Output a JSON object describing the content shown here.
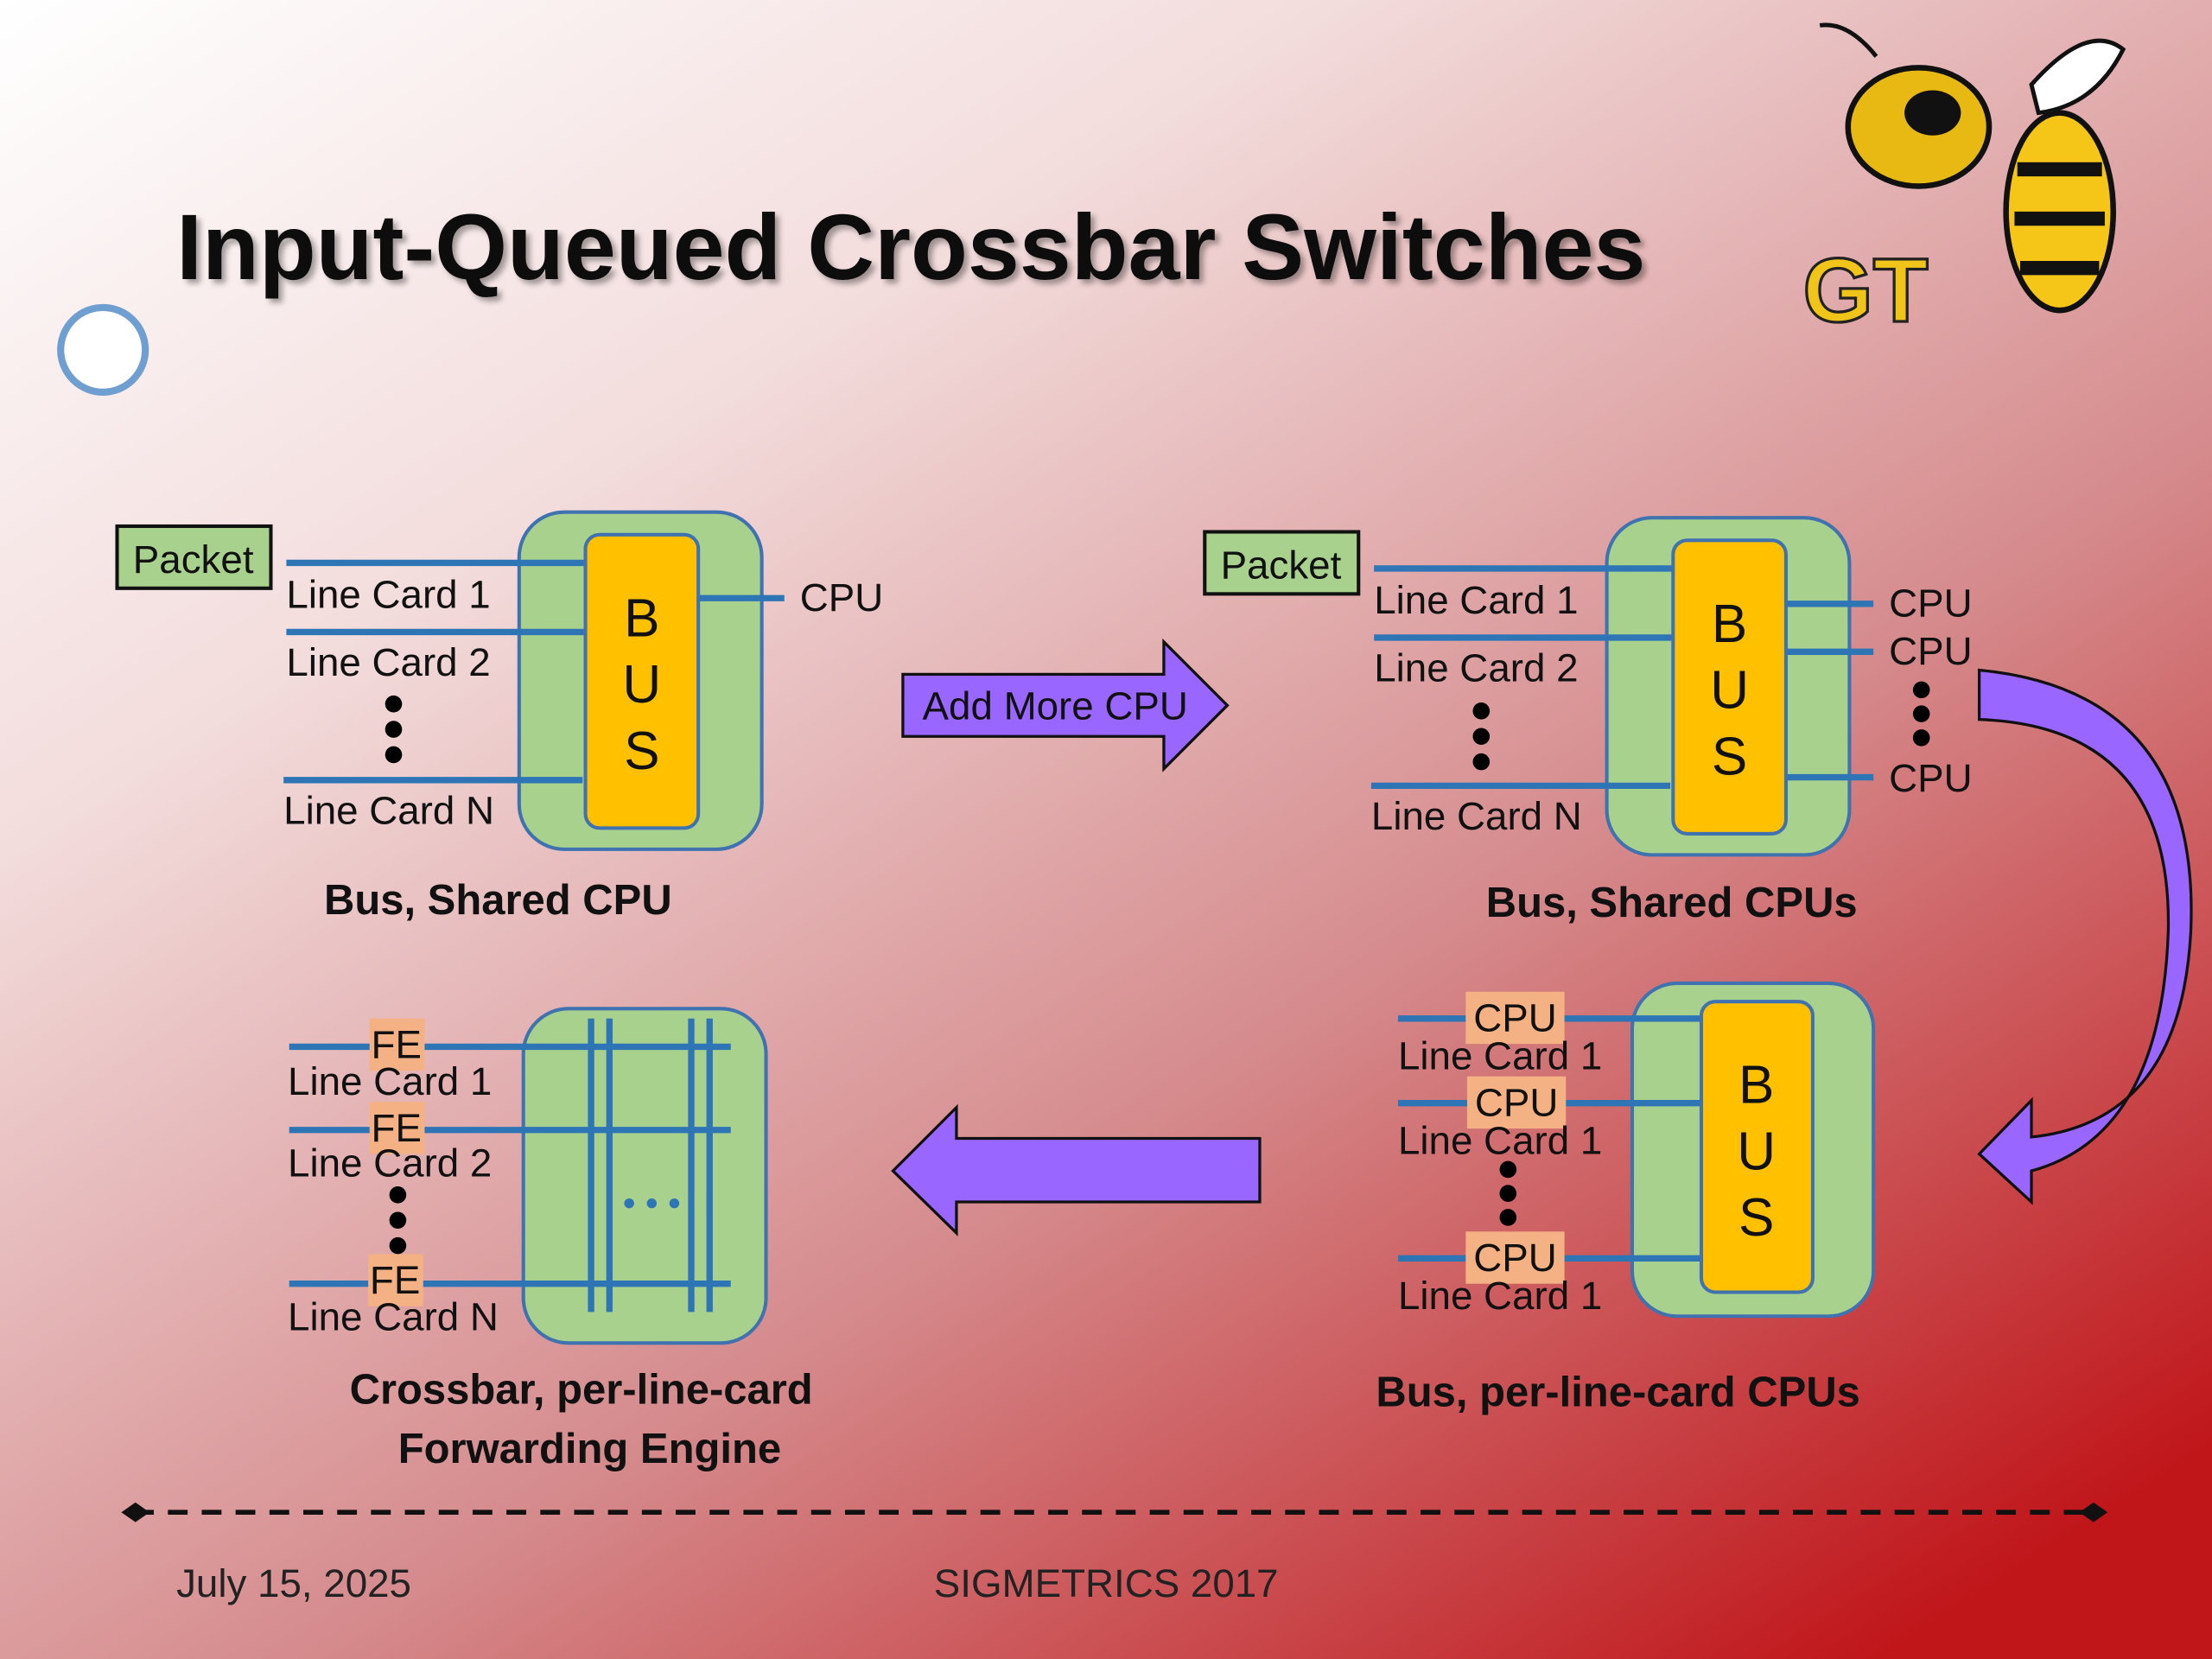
{
  "slide": {
    "title": "Input-Queued Crossbar Switches",
    "logo_text": "GT",
    "footer": {
      "date": "July 15, 2025",
      "venue": "SIGMETRICS 2017"
    }
  },
  "colors": {
    "wire": "#2e75b6",
    "green_box": "#a9d18e",
    "bus": "#ffc000",
    "cpu_box": "#f4b183",
    "arrow": "#9966ff",
    "background_bottom": "#c0282a"
  },
  "diagram1": {
    "packet": "Packet",
    "line_cards": [
      "Line Card 1",
      "Line Card 2",
      "Line Card N"
    ],
    "bus_letters": [
      "B",
      "U",
      "S"
    ],
    "cpu": "CPU",
    "caption": "Bus, Shared CPU"
  },
  "transition_arrow": {
    "label": "Add More CPU"
  },
  "diagram2": {
    "packet": "Packet",
    "line_cards": [
      "Line Card 1",
      "Line Card 2",
      "Line Card N"
    ],
    "bus_letters": [
      "B",
      "U",
      "S"
    ],
    "cpus": [
      "CPU",
      "CPU",
      "CPU"
    ],
    "caption": "Bus, Shared CPUs"
  },
  "diagram3": {
    "cpus": [
      "CPU",
      "CPU",
      "CPU"
    ],
    "line_cards": [
      "Line Card 1",
      "Line Card 1",
      "Line Card 1"
    ],
    "bus_letters": [
      "B",
      "U",
      "S"
    ],
    "caption": "Bus, per-line-card CPUs"
  },
  "diagram4": {
    "fe": [
      "FE",
      "FE",
      "FE"
    ],
    "line_cards": [
      "Line Card 1",
      "Line Card 2",
      "Line Card N"
    ],
    "caption_line1": "Crossbar, per-line-card",
    "caption_line2": "Forwarding Engine"
  }
}
